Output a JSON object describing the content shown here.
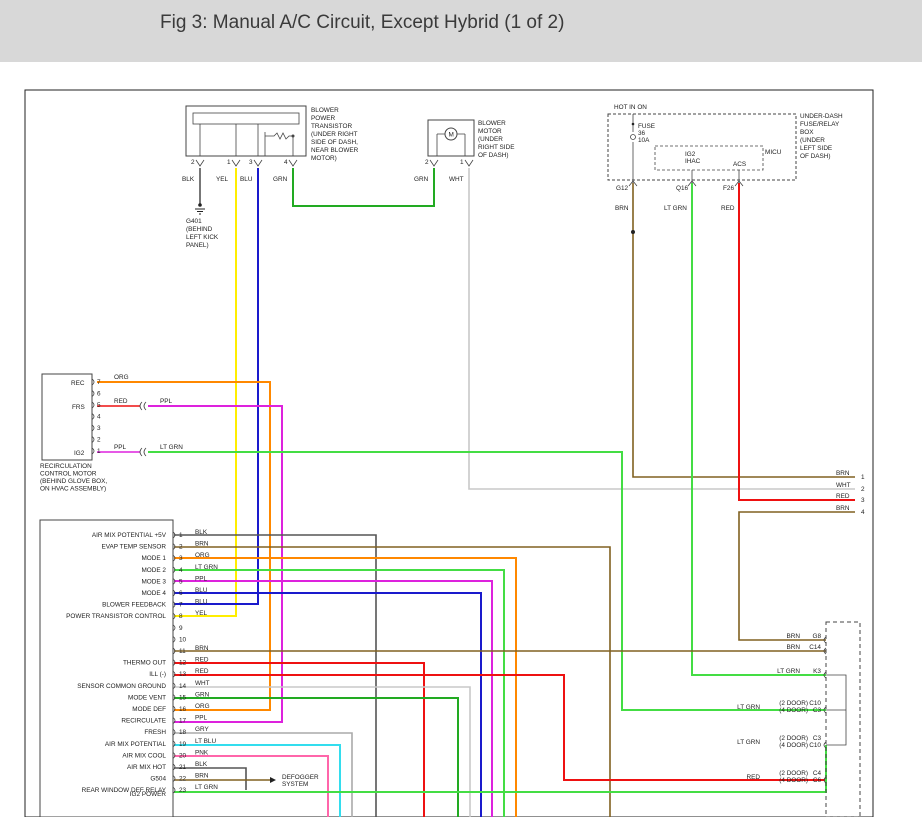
{
  "title": "Fig 3: Manual A/C Circuit, Except Hybrid (1 of 2)",
  "colors": {
    "blk": "#555555",
    "yel": "#ffee00",
    "blu": "#1a1acc",
    "grn": "#22aa22",
    "wht": "#c8c8c8",
    "brn": "#806020",
    "ltgrn": "#44dd44",
    "red": "#ee1111",
    "org": "#ff8800",
    "ppl": "#dd22dd",
    "ltblu": "#33ddee",
    "pnk": "#ff66aa",
    "gry": "#aaaaaa"
  },
  "blower_transistor": {
    "desc": [
      "BLOWER",
      "POWER",
      "TRANSISTOR",
      "(UNDER RIGHT",
      "SIDE OF DASH,",
      "NEAR BLOWER",
      "MOTOR)"
    ],
    "pins": [
      "2",
      "1",
      "3",
      "4"
    ],
    "wires": [
      "BLK",
      "YEL",
      "BLU",
      "GRN"
    ]
  },
  "blower_motor": {
    "desc": [
      "BLOWER",
      "MOTOR",
      "(UNDER",
      "RIGHT SIDE",
      "OF DASH)"
    ],
    "symbol": "M",
    "pins": [
      "2",
      "1"
    ],
    "wires": [
      "GRN",
      "WHT"
    ]
  },
  "ground": {
    "label": [
      "G401",
      "(BEHIND",
      "LEFT KICK",
      "PANEL)"
    ]
  },
  "fuse_box": {
    "hot": "HOT IN ON",
    "fuse": [
      "FUSE",
      "36",
      "10A"
    ],
    "desc": [
      "UNDER-DASH",
      "FUSE/RELAY",
      "BOX",
      "(UNDER",
      "LEFT SIDE",
      "OF DASH)"
    ],
    "micu": "MICU",
    "ig2": [
      "IG2",
      "IHAC"
    ],
    "acs": "ACS",
    "pins": [
      "G12",
      "Q16",
      "F26"
    ],
    "wires": [
      "BRN",
      "LT GRN",
      "RED"
    ]
  },
  "recirc_motor": {
    "side_labels": [
      "REC",
      "FRS",
      "IG2"
    ],
    "pins": [
      "7",
      "6",
      "5",
      "4",
      "3",
      "2",
      "1"
    ],
    "wire_org": "ORG",
    "wire_red": "RED",
    "wire_ppl": "PPL",
    "wire_ppl2": "PPL",
    "wire_ltgrn": "LT GRN",
    "desc": [
      "RECIRCULATION",
      "CONTROL MOTOR",
      "(BEHIND GLOVE BOX,",
      "ON HVAC ASSEMBLY)"
    ]
  },
  "control_unit": {
    "pins": [
      {
        "n": "1",
        "label": "AIR MIX POTENTIAL +5V",
        "wire": "BLK"
      },
      {
        "n": "2",
        "label": "EVAP TEMP SENSOR",
        "wire": "BRN"
      },
      {
        "n": "3",
        "label": "MODE 1",
        "wire": "ORG"
      },
      {
        "n": "4",
        "label": "MODE 2",
        "wire": "LT GRN"
      },
      {
        "n": "5",
        "label": "MODE 3",
        "wire": "PPL"
      },
      {
        "n": "6",
        "label": "MODE 4",
        "wire": "BLU"
      },
      {
        "n": "7",
        "label": "BLOWER FEEDBACK",
        "wire": "BLU"
      },
      {
        "n": "8",
        "label": "POWER TRANSISTOR CONTROL",
        "wire": "YEL"
      },
      {
        "n": "9",
        "label": "",
        "wire": ""
      },
      {
        "n": "10",
        "label": "",
        "wire": ""
      },
      {
        "n": "11",
        "label": "",
        "wire": "BRN"
      },
      {
        "n": "12",
        "label": "THERMO OUT",
        "wire": "RED"
      },
      {
        "n": "13",
        "label": "ILL (-)",
        "wire": "RED"
      },
      {
        "n": "14",
        "label": "SENSOR COMMON GROUND",
        "wire": "WHT"
      },
      {
        "n": "15",
        "label": "MODE VENT",
        "wire": "GRN"
      },
      {
        "n": "16",
        "label": "MODE DEF",
        "wire": "ORG"
      },
      {
        "n": "17",
        "label": "RECIRCULATE",
        "wire": "PPL"
      },
      {
        "n": "18",
        "label": "FRESH",
        "wire": "GRY"
      },
      {
        "n": "19",
        "label": "AIR MIX POTENTIAL",
        "wire": "LT BLU"
      },
      {
        "n": "20",
        "label": "AIR MIX COOL",
        "wire": "PNK"
      },
      {
        "n": "21",
        "label": "AIR MIX HOT",
        "wire": "BLK"
      },
      {
        "n": "22",
        "label": "G504",
        "wire": "BRN"
      },
      {
        "n": "23",
        "label": "REAR WINDOW DEF RELAY",
        "wire": "LT GRN"
      }
    ],
    "partial_label": "IG2 POWER"
  },
  "defogger": [
    "DEFOGGER",
    "SYSTEM"
  ],
  "right_wires": [
    {
      "name": "BRN",
      "n": "1"
    },
    {
      "name": "WHT",
      "n": "2"
    },
    {
      "name": "RED",
      "n": "3"
    },
    {
      "name": "BRN",
      "n": "4"
    }
  ],
  "right_connector": [
    {
      "wire": "BRN",
      "pin": "G8"
    },
    {
      "wire": "BRN",
      "pin": "C14"
    },
    {
      "wire": "LT GRN",
      "pin": "K3"
    },
    {
      "wire": "LT GRN",
      "door_a": "(2 DOOR)",
      "pin_a": "C10",
      "door_b": "(4 DOOR)",
      "pin_b": "C3"
    },
    {
      "wire": "LT GRN",
      "door_a": "(2 DOOR)",
      "pin_a": "C3",
      "door_b": "(4 DOOR)",
      "pin_b": "C10"
    },
    {
      "wire": "RED",
      "door_a": "(2 DOOR)",
      "pin_a": "C4",
      "door_b": "(4 DOOR)",
      "pin_b": "C6"
    }
  ]
}
